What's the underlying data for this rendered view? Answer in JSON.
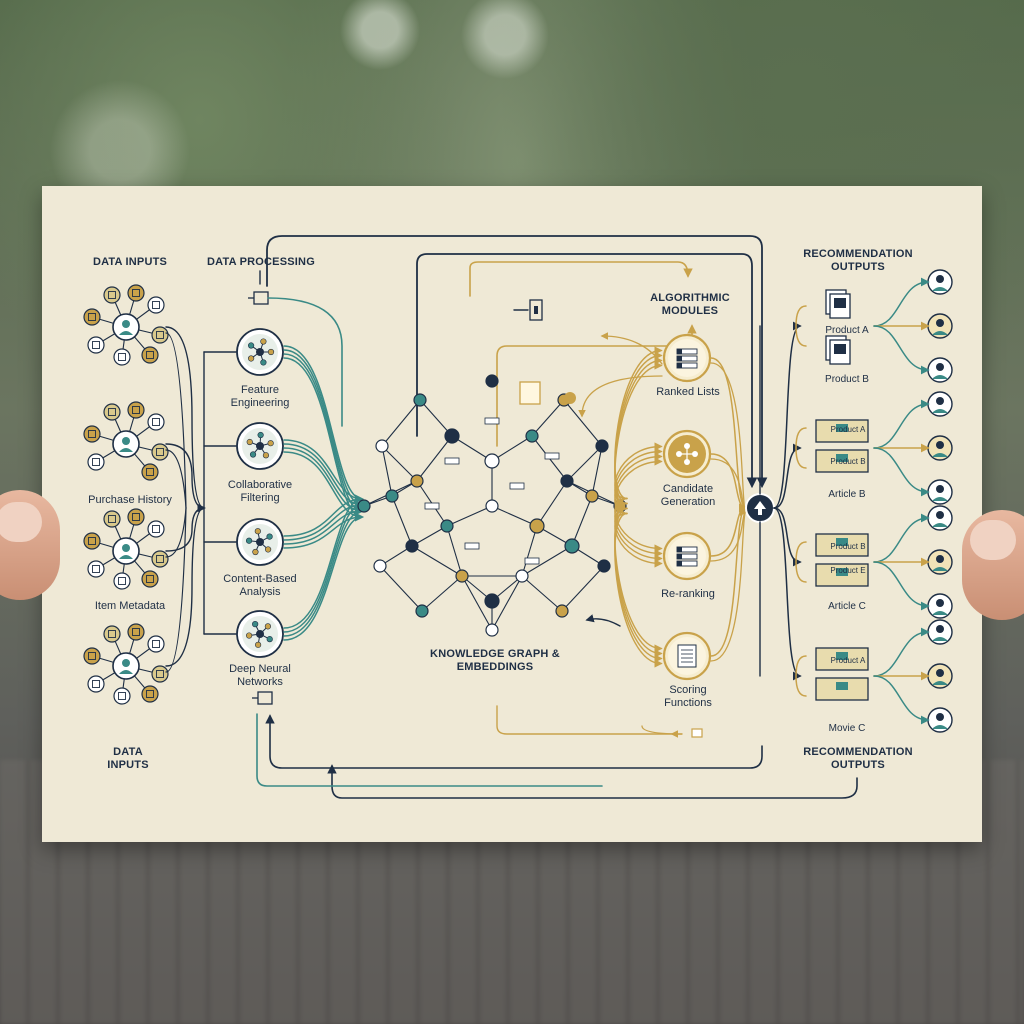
{
  "headers": {
    "data_inputs_top": "DATA INPUTS",
    "data_processing": "DATA PROCESSING",
    "algorithmic_modules": "ALGORITHMIC\nMODULES",
    "recommendation_outputs_top": "RECOMMENDATION\nOUTPUTS",
    "data_inputs_bottom": "DATA\nINPUTS",
    "recommendation_outputs_bottom": "RECOMMENDATION\nOUTPUTS",
    "knowledge_graph": "KNOWLEDGE GRAPH &\nEMBEDDINGS"
  },
  "inputs": [
    {
      "label": ""
    },
    {
      "label": "Purchase History"
    },
    {
      "label": "Item Metadata"
    },
    {
      "label": ""
    }
  ],
  "processing": [
    {
      "label": "Feature\nEngineering",
      "icon": "workflow-icon"
    },
    {
      "label": "Collaborative\nFiltering",
      "icon": "network-icon"
    },
    {
      "label": "Content-Based\nAnalysis",
      "icon": "hub-icon"
    },
    {
      "label": "Deep Neural\nNetworks",
      "icon": "brain-icon"
    }
  ],
  "modules": [
    {
      "label": "Ranked Lists",
      "icon": "list-icon"
    },
    {
      "label": "Candidate\nGeneration",
      "icon": "candidate-icon"
    },
    {
      "label": "Re-ranking",
      "icon": "rerank-icon"
    },
    {
      "label": "Scoring\nFunctions",
      "icon": "document-icon"
    }
  ],
  "outputs": [
    {
      "items": [
        "Product A",
        "Product B"
      ],
      "label": ""
    },
    {
      "items": [
        "Product A",
        "Product B"
      ],
      "label": "Article B"
    },
    {
      "items": [
        "Product B",
        "Product E"
      ],
      "label": "Article C"
    },
    {
      "items": [
        "Product A",
        ""
      ],
      "label": "Movie C"
    }
  ],
  "output_text": {
    "g0_top": "Product A",
    "g0_bottom": "Product B",
    "g1_a": "Product A",
    "g1_b": "Product B",
    "g2_a": "Product B",
    "g2_b": "Product E",
    "g3_a": "Product A"
  },
  "colors": {
    "navy": "#1f2f45",
    "teal": "#3a8a86",
    "gold": "#c9a24a",
    "paper": "#efe9d6"
  }
}
